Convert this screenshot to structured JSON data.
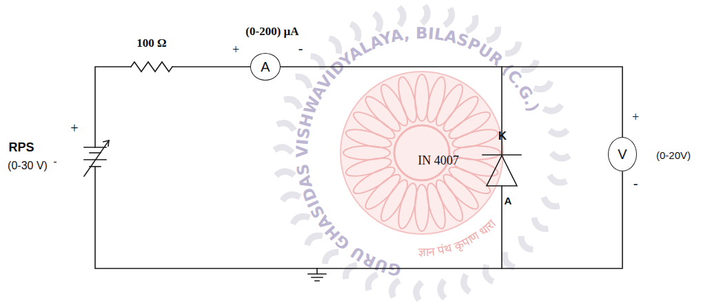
{
  "diagram": {
    "nodes": [
      {
        "text": [
          "A"
        ]
      },
      {
        "text": [
          "V"
        ]
      }
    ],
    "edges": [
      {
        "from": 0,
        "to": 1,
        "arrow": "none"
      }
    ],
    "labels": [
      "100 Ω",
      "(0-200) µA",
      "+",
      "-",
      "+",
      "RPS",
      "(0-30 V)",
      "-",
      "K",
      "IN 4007",
      "A",
      "+",
      "-",
      "(0-20V)",
      "GURU GHASIDAS VISHWAVIDYALAYA, BILASPUR (C.G.)",
      "ज्ञान पंथ कृपाण धारा"
    ]
  }
}
